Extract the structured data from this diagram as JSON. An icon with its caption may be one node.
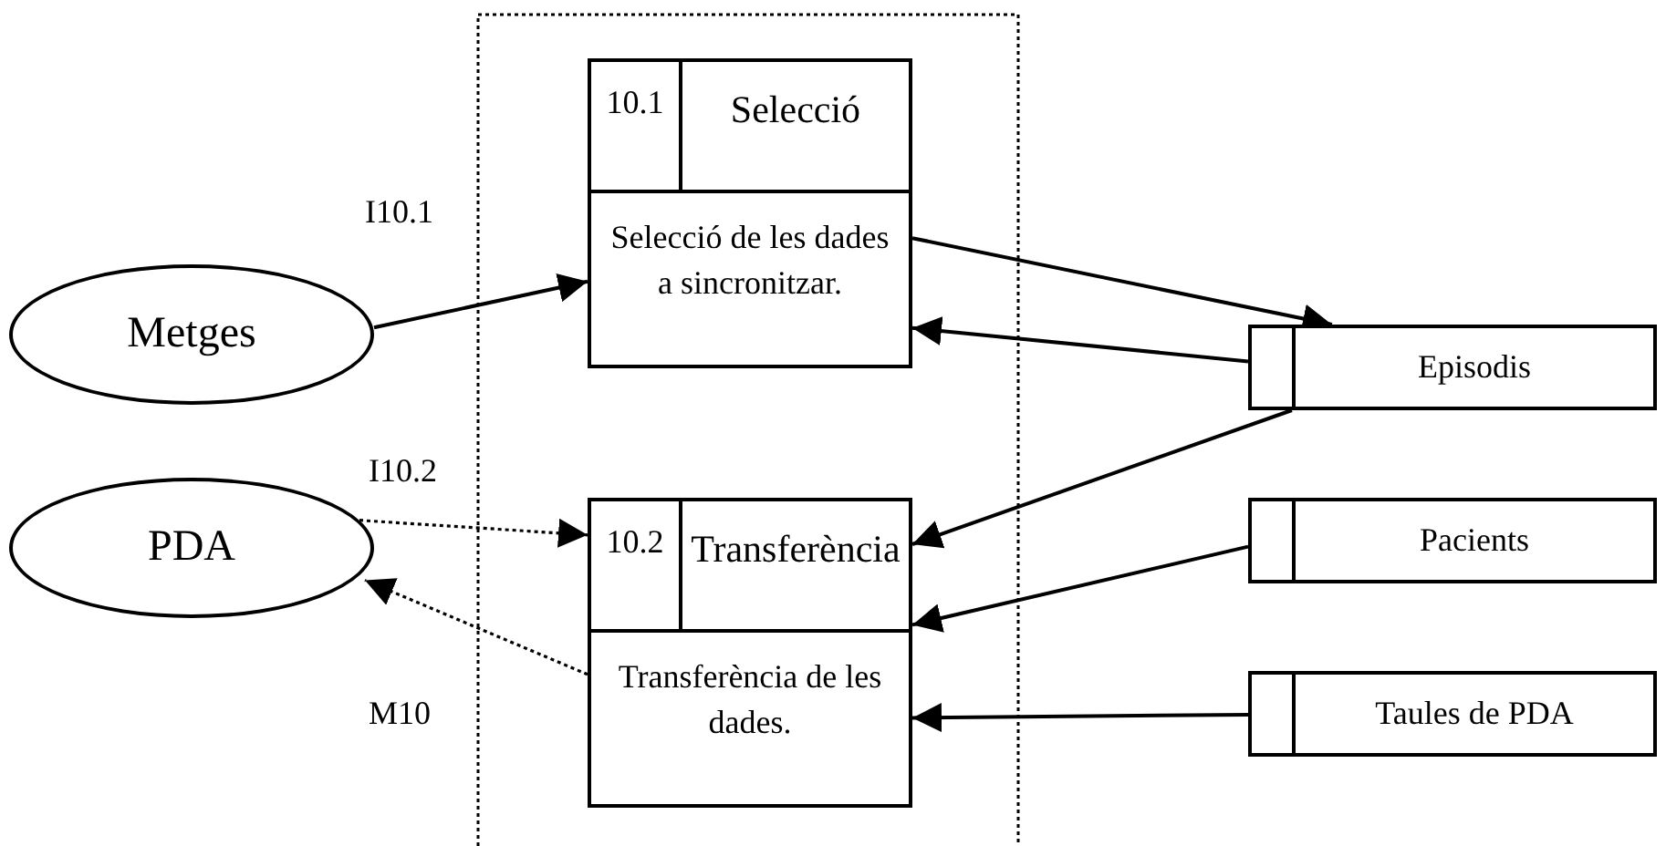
{
  "diagram": {
    "nodes": [
      {
        "text": [
          "Metges"
        ]
      },
      {
        "text": [
          "10.1",
          "Selecció",
          "Selecció de les dades a sincronitzar."
        ]
      },
      {
        "text": [
          "10.2",
          "Transferència",
          "Transferència de les dades."
        ]
      },
      {
        "text": [
          "PDA"
        ]
      },
      {
        "text": [
          "Episodis"
        ]
      },
      {
        "text": [
          "Pacients"
        ]
      },
      {
        "text": [
          "Taules de PDA"
        ]
      }
    ],
    "edges": [
      {
        "from": 0,
        "to": 1,
        "arrow": "to",
        "label": "I10.1"
      },
      {
        "from": 3,
        "to": 2,
        "arrow": "to",
        "label": "I10.2",
        "style": "dashed"
      },
      {
        "from": 2,
        "to": 3,
        "arrow": "to",
        "label": "M10",
        "style": "dashed"
      },
      {
        "from": 1,
        "to": 4,
        "arrow": "to"
      },
      {
        "from": 4,
        "to": 1,
        "arrow": "to"
      },
      {
        "from": 4,
        "to": 2,
        "arrow": "to"
      },
      {
        "from": 5,
        "to": 2,
        "arrow": "to"
      },
      {
        "from": 6,
        "to": 2,
        "arrow": "to"
      }
    ]
  }
}
